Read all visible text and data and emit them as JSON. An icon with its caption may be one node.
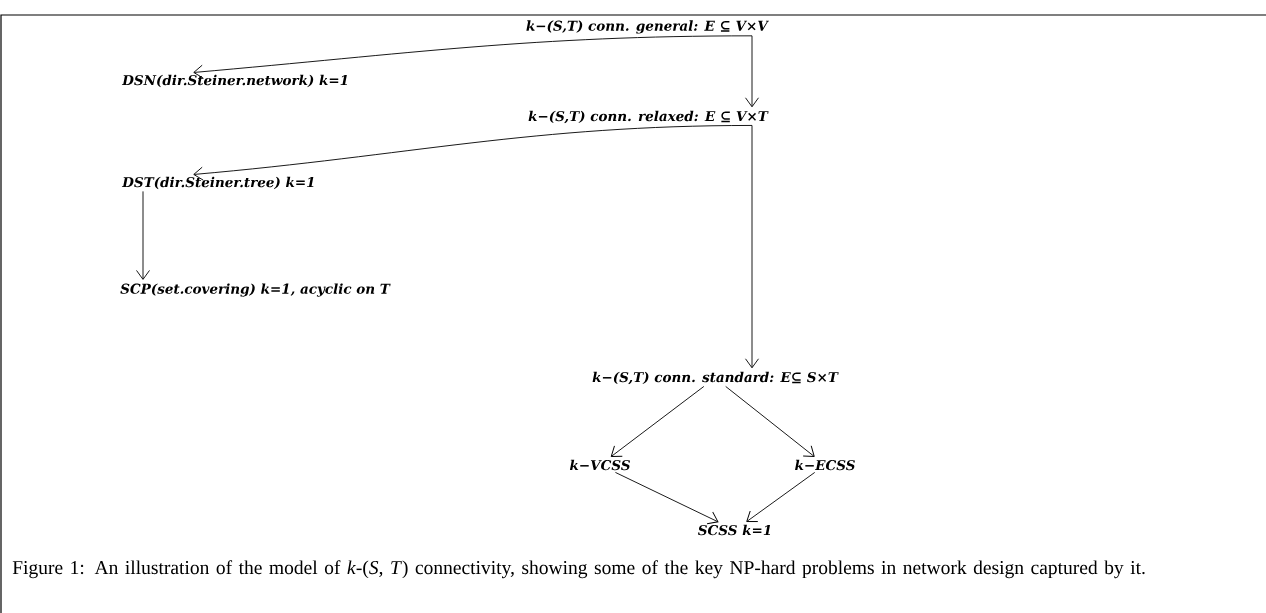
{
  "diagram": {
    "caption": "Figure 1: An illustration of the model of *k*-(*S*, *T*) connectivity, showing some of the key NP-hard problems in network design captured by it.",
    "nodes": [
      {
        "text": [
          "k−(S,T) conn. general: E ⊆ V×V"
        ]
      },
      {
        "text": [
          "DSN(dir.Steiner.network) k=1"
        ]
      },
      {
        "text": [
          "k−(S,T) conn. relaxed: E ⊆ V×T"
        ]
      },
      {
        "text": [
          "DST(dir.Steiner.tree) k=1"
        ]
      },
      {
        "text": [
          "SCP(set.covering) k=1, acyclic on T"
        ]
      },
      {
        "text": [
          "k−(S,T) conn. standard: E⊆ S×T"
        ]
      },
      {
        "text": [
          "k−VCSS"
        ]
      },
      {
        "text": [
          "k−ECSS"
        ]
      },
      {
        "text": [
          "SCSS k=1"
        ]
      }
    ],
    "edges": [
      {
        "from": 0,
        "to": 1,
        "arrow": "to"
      },
      {
        "from": 0,
        "to": 2,
        "arrow": "to"
      },
      {
        "from": 2,
        "to": 3,
        "arrow": "to"
      },
      {
        "from": 2,
        "to": 5,
        "arrow": "to"
      },
      {
        "from": 3,
        "to": 4,
        "arrow": "to"
      },
      {
        "from": 5,
        "to": 6,
        "arrow": "to"
      },
      {
        "from": 5,
        "to": 7,
        "arrow": "to"
      },
      {
        "from": 6,
        "to": 8,
        "arrow": "to"
      },
      {
        "from": 7,
        "to": 8,
        "arrow": "to"
      }
    ]
  }
}
